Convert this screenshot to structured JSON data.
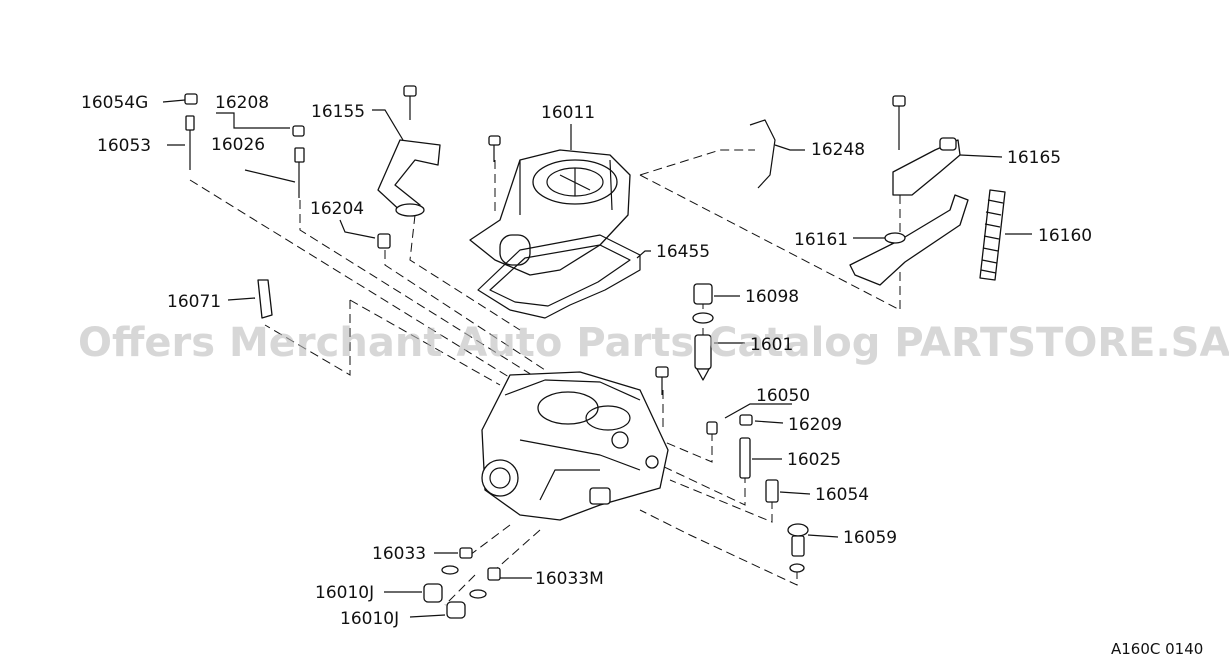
{
  "part_labels": {
    "p16054G": "16054G",
    "p16208": "16208",
    "p16155": "16155",
    "p16011": "16011",
    "p16248": "16248",
    "p16165": "16165",
    "p16053": "16053",
    "p16026": "16026",
    "p16204": "16204",
    "p16455": "16455",
    "p16161": "16161",
    "p16160": "16160",
    "p16098": "16098",
    "p16071": "16071",
    "p1601": "1601",
    "p16050": "16050",
    "p16209": "16209",
    "p16025": "16025",
    "p16054": "16054",
    "p16059": "16059",
    "p16033": "16033",
    "p16033M": "16033M",
    "p16010J_a": "16010J",
    "p16010J_b": "16010J"
  },
  "watermark": "Offers Merchant Auto Parts Catalog PARTSTORE.SA",
  "diagram_code": "A160C 0140"
}
